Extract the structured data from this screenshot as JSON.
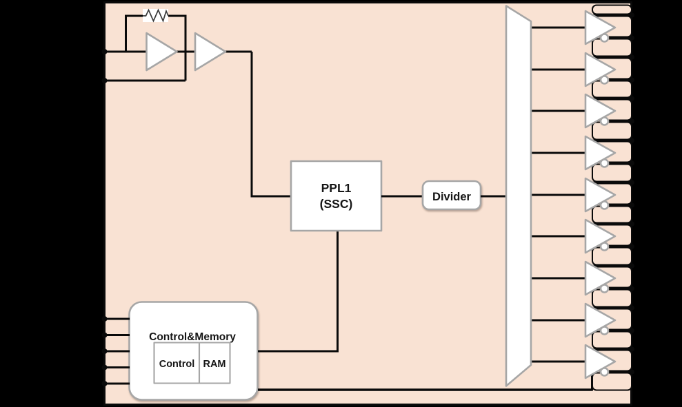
{
  "colors": {
    "background": "#000000",
    "chip_fill": "#f9e2d3",
    "wire": "#0a0a0a",
    "shape_fill": "#ffffff",
    "shape_stroke": "#a6a6a6",
    "text": "#151515"
  },
  "chip": {
    "blocks": {
      "pll": {
        "line1": "PPL1",
        "line2": "(SSC)"
      },
      "divider": {
        "label": "Divider"
      },
      "control_memory": {
        "title": "Control&Memory",
        "children": [
          {
            "label": "Control"
          },
          {
            "label": "RAM"
          }
        ]
      }
    },
    "oscillator": {
      "amplifier_count": 2,
      "feedback_resistor_icon": "resistor-zigzag"
    },
    "mux": {
      "shape": "trapezoid-fanout"
    },
    "output_buffers": {
      "count": 9,
      "outputs_per_buffer": 2,
      "inverting_bubble_icon": "inverter-bubble"
    },
    "pins": {
      "left_oscillator_count": 2,
      "left_control_count": 5,
      "right_output_count": 18
    }
  }
}
